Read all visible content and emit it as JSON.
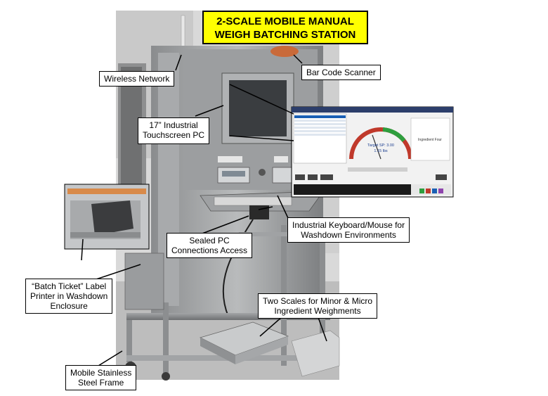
{
  "title": {
    "line1": "2-SCALE MOBILE MANUAL",
    "line2": "WEIGH BATCHING STATION"
  },
  "callouts": {
    "wireless_network": "Wireless Network",
    "bar_code_scanner": "Bar Code Scanner",
    "touchscreen_line1": "17” Industrial",
    "touchscreen_line2": "Touchscreen PC",
    "keyboard_line1": "Industrial Keyboard/Mouse for",
    "keyboard_line2": "Washdown Environments",
    "sealed_pc_line1": "Sealed PC",
    "sealed_pc_line2": "Connections Access",
    "label_printer_line1": "“Batch Ticket” Label",
    "label_printer_line2": "Printer in Washdown",
    "label_printer_line3": "Enclosure",
    "two_scales_line1": "Two Scales for Minor & Micro",
    "two_scales_line2": "Ingredient Weighments",
    "frame_line1": "Mobile Stainless",
    "frame_line2": "Steel Frame"
  },
  "software_screen": {
    "target_readout": "Target SP: 3.00",
    "weight_readout": "1.15 lbs",
    "ingredient_label": "Ingredient Four"
  },
  "colors": {
    "title_background": "#ffff00",
    "callout_border": "#000000",
    "gauge_target_band": "#2e9e3e",
    "gauge_low_band": "#c0392b",
    "screen_background": "#f2f2f2"
  },
  "icons": [
    "printer-icon",
    "keyboard-icon",
    "scale-icon",
    "monitor-icon"
  ]
}
